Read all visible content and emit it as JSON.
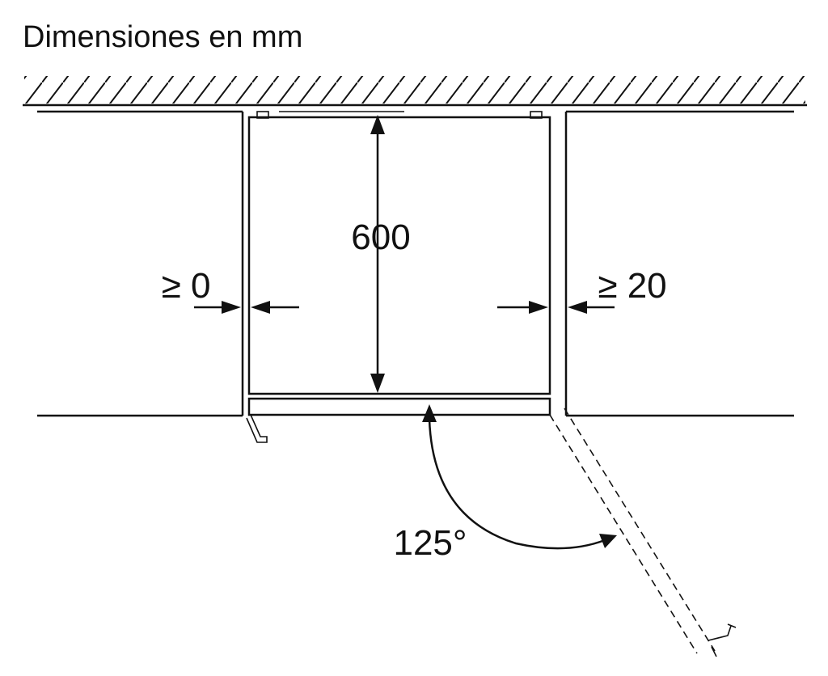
{
  "title": "Dimensiones en mm",
  "labels": {
    "depth": "600",
    "left_gap": "≥ 0",
    "right_gap": "≥ 20",
    "door_angle": "125°"
  },
  "colors": {
    "line": "#111111",
    "background": "#ffffff"
  }
}
